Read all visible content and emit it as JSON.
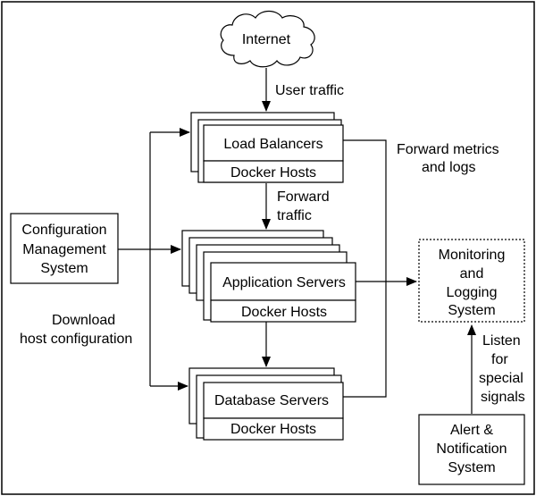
{
  "nodes": {
    "internet": "Internet",
    "load_balancers": {
      "title": "Load Balancers",
      "hosts": "Docker Hosts"
    },
    "application_servers": {
      "title": "Application Servers",
      "hosts": "Docker Hosts"
    },
    "database_servers": {
      "title": "Database Servers",
      "hosts": "Docker Hosts"
    },
    "config_mgmt": [
      "Configuration",
      "Management",
      "System"
    ],
    "monitoring": [
      "Monitoring",
      "and",
      "Logging",
      "System"
    ],
    "alert": [
      "Alert &",
      "Notification",
      "System"
    ]
  },
  "edges": {
    "user_traffic": "User traffic",
    "forward_traffic": [
      "Forward",
      "traffic"
    ],
    "forward_metrics": [
      "Forward metrics",
      "and logs"
    ],
    "download_config": [
      "Download",
      "host configuration"
    ],
    "listen": [
      "Listen",
      "for",
      "special",
      "signals"
    ]
  }
}
